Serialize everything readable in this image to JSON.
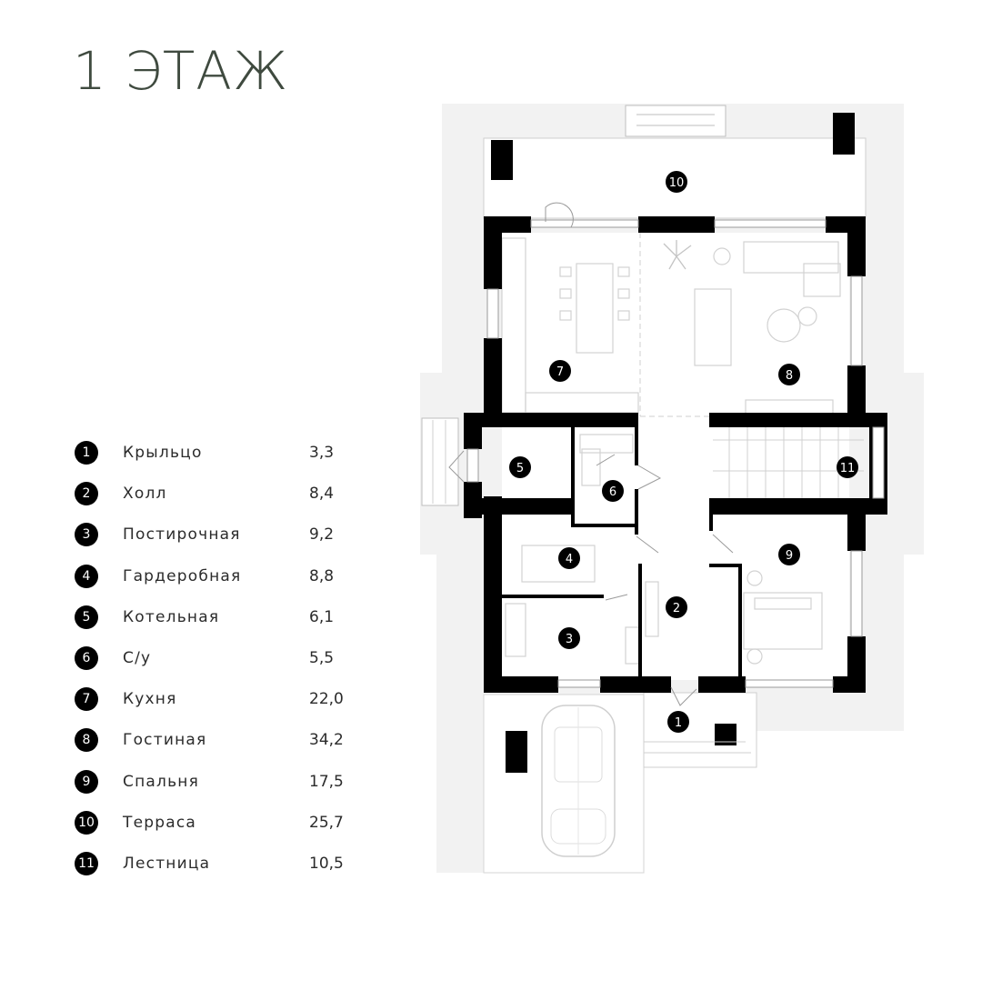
{
  "page": {
    "title": "1 ЭТАЖ"
  },
  "rooms": [
    {
      "num": "1",
      "name": "Крыльцо",
      "area": "3,3"
    },
    {
      "num": "2",
      "name": "Холл",
      "area": "8,4"
    },
    {
      "num": "3",
      "name": "Постирочная",
      "area": "9,2"
    },
    {
      "num": "4",
      "name": "Гардеробная",
      "area": "8,8"
    },
    {
      "num": "5",
      "name": "Котельная",
      "area": "6,1"
    },
    {
      "num": "6",
      "name": "С/у",
      "area": "5,5"
    },
    {
      "num": "7",
      "name": "Кухня",
      "area": "22,0"
    },
    {
      "num": "8",
      "name": "Гостиная",
      "area": "34,2"
    },
    {
      "num": "9",
      "name": "Спальня",
      "area": "17,5"
    },
    {
      "num": "10",
      "name": "Терраса",
      "area": "25,7"
    },
    {
      "num": "11",
      "name": "Лестница",
      "area": "10,5"
    }
  ],
  "colors": {
    "title": "#3f4a3f",
    "wall": "#000000",
    "ground": "#f1f1f1",
    "marker": "#000000"
  }
}
